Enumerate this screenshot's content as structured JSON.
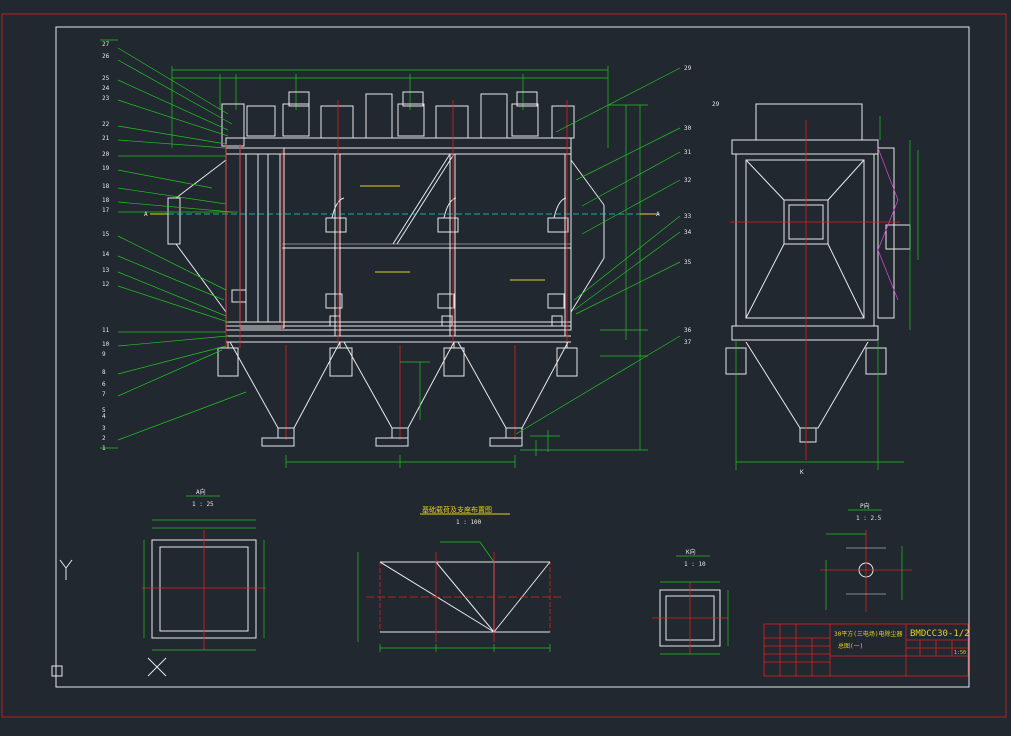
{
  "part_numbers_left": [
    "27",
    "26",
    "25",
    "24",
    "23",
    "22",
    "21",
    "20",
    "19",
    "18",
    "18",
    "17",
    "15",
    "14",
    "13",
    "12",
    "11",
    "10",
    "9",
    "8",
    "6",
    "7",
    "5",
    "4",
    "3",
    "2",
    "1"
  ],
  "part_numbers_right": [
    "29",
    "29",
    "30",
    "31",
    "32",
    "33",
    "34",
    "35",
    "36",
    "37"
  ],
  "titles": {
    "foundation_plan": "基础载荷及支座布置图",
    "foundation_scale": "1 : 100",
    "view_a": "A向",
    "view_a_scale": "1 : 25",
    "view_k": "K向",
    "view_k_scale": "1 : 10",
    "view_p": "P向",
    "view_p_scale": "1 : 2.5",
    "section_marker": "A",
    "k_marker": "K"
  },
  "title_block": {
    "drawing_no": "BMDCC30-1/2",
    "product_name": "30平方(三电场)电除尘器",
    "sheet_title": "总图(一)",
    "scale": "1:50"
  },
  "icons": {
    "ucs_y_axis": "ucs-y-icon",
    "ucs_x_axis": "ucs-x-icon"
  },
  "colors": {
    "background": "#212830",
    "frame": "#e02020",
    "geometry": "#e8e8e8",
    "dimensions": "#22c322",
    "title_text": "#e8d020"
  }
}
